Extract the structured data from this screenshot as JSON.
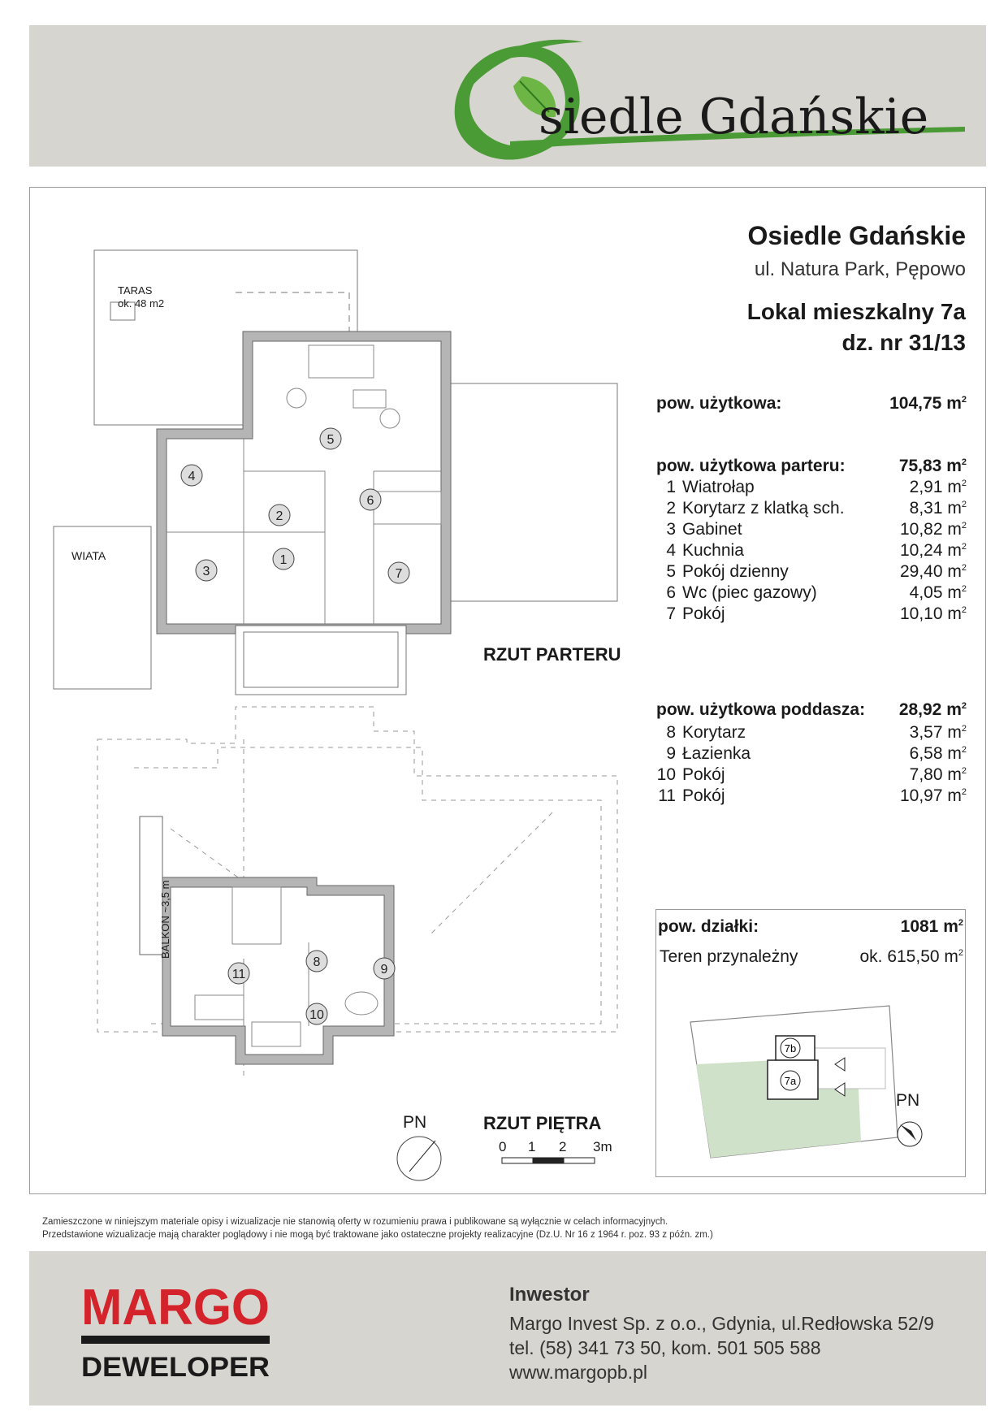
{
  "header": {
    "logo_text": "Osiedle Gdańskie",
    "logo_colors": {
      "green": "#3a9a2e",
      "text": "#1a1a1a"
    }
  },
  "info": {
    "project_name": "Osiedle Gdańskie",
    "address": "ul. Natura Park, Pępowo",
    "unit": "Lokal mieszkalny 7a",
    "plot": "dz. nr 31/13"
  },
  "areas": {
    "usable_label": "pow. użytkowa:",
    "usable_value": "104,75 m",
    "ground_label": "pow. użytkowa parteru:",
    "ground_value": "75,83 m",
    "ground_rooms": [
      {
        "no": "1",
        "name": "Wiatrołap",
        "area": "2,91 m"
      },
      {
        "no": "2",
        "name": "Korytarz z klatką sch.",
        "area": "8,31 m"
      },
      {
        "no": "3",
        "name": "Gabinet",
        "area": "10,82 m"
      },
      {
        "no": "4",
        "name": "Kuchnia",
        "area": "10,24 m"
      },
      {
        "no": "5",
        "name": "Pokój dzienny",
        "area": "29,40 m"
      },
      {
        "no": "6",
        "name": "Wc (piec gazowy)",
        "area": "4,05 m"
      },
      {
        "no": "7",
        "name": "Pokój",
        "area": "10,10 m"
      }
    ],
    "attic_label": "pow. użytkowa poddasza:",
    "attic_value": "28,92 m",
    "attic_rooms": [
      {
        "no": "8",
        "name": "Korytarz",
        "area": "3,57 m"
      },
      {
        "no": "9",
        "name": "Łazienka",
        "area": "6,58 m"
      },
      {
        "no": "10",
        "name": "Pokój",
        "area": "7,80 m"
      },
      {
        "no": "11",
        "name": "Pokój",
        "area": "10,97 m"
      }
    ],
    "sup": "2",
    "plot_label": "pow. działki:",
    "plot_value": "1081 m",
    "terrain_label": "Teren przynależny",
    "terrain_value": "ok. 615,50 m"
  },
  "site_map": {
    "unit_a": "7a",
    "unit_b": "7b",
    "north": "PN"
  },
  "plans": {
    "ground_title": "RZUT PARTERU",
    "floor_title": "RZUT PIĘTRA",
    "terrace": "TARAS",
    "terrace_area": "ok. 48 m2",
    "carport": "WIATA",
    "balcony": "BALKON ~3,5 m",
    "north": "PN",
    "scale_ticks": [
      "0",
      "1",
      "2",
      "3m"
    ],
    "room_numbers_ground": [
      "1",
      "2",
      "3",
      "4",
      "5",
      "6",
      "7"
    ],
    "room_numbers_floor": [
      "8",
      "9",
      "10",
      "11"
    ]
  },
  "disclaimer": {
    "line1": "Zamieszczone w niniejszym materiale opisy i wizualizacje nie stanowią oferty w rozumieniu prawa i publikowane są wyłącznie w celach informacyjnych.",
    "line2": "Przedstawione wizualizacje mają charakter poglądowy i nie mogą być traktowane jako ostateczne projekty realizacyjne (Dz.U. Nr 16 z 1964 r. poz. 93 z późn. zm.)"
  },
  "footer": {
    "brand_top": "MARGO",
    "brand_bottom": "DEWELOPER",
    "brand_color": "#d4232a",
    "investor_label": "Inwestor",
    "company": "Margo Invest Sp. z o.o., Gdynia, ul.Redłowska 52/9",
    "phone": "tel. (58) 341 73 50, kom. 501 505 588",
    "web": "www.margopb.pl"
  }
}
